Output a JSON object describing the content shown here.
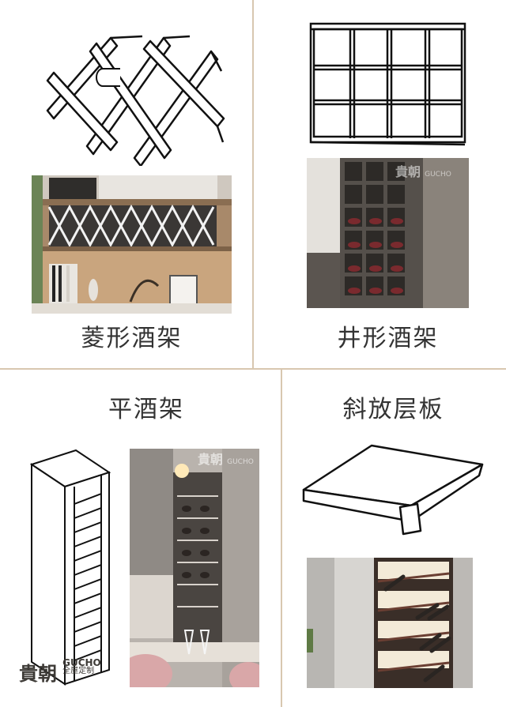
{
  "panels": {
    "diamond": {
      "label": "菱形酒架"
    },
    "grid": {
      "label": "井形酒架"
    },
    "flat": {
      "label": "平酒架"
    },
    "slanted": {
      "label": "斜放层板"
    }
  },
  "brand": {
    "name_cn": "貴朝",
    "name_en": "GUCHO",
    "tagline": "全屋定制"
  }
}
